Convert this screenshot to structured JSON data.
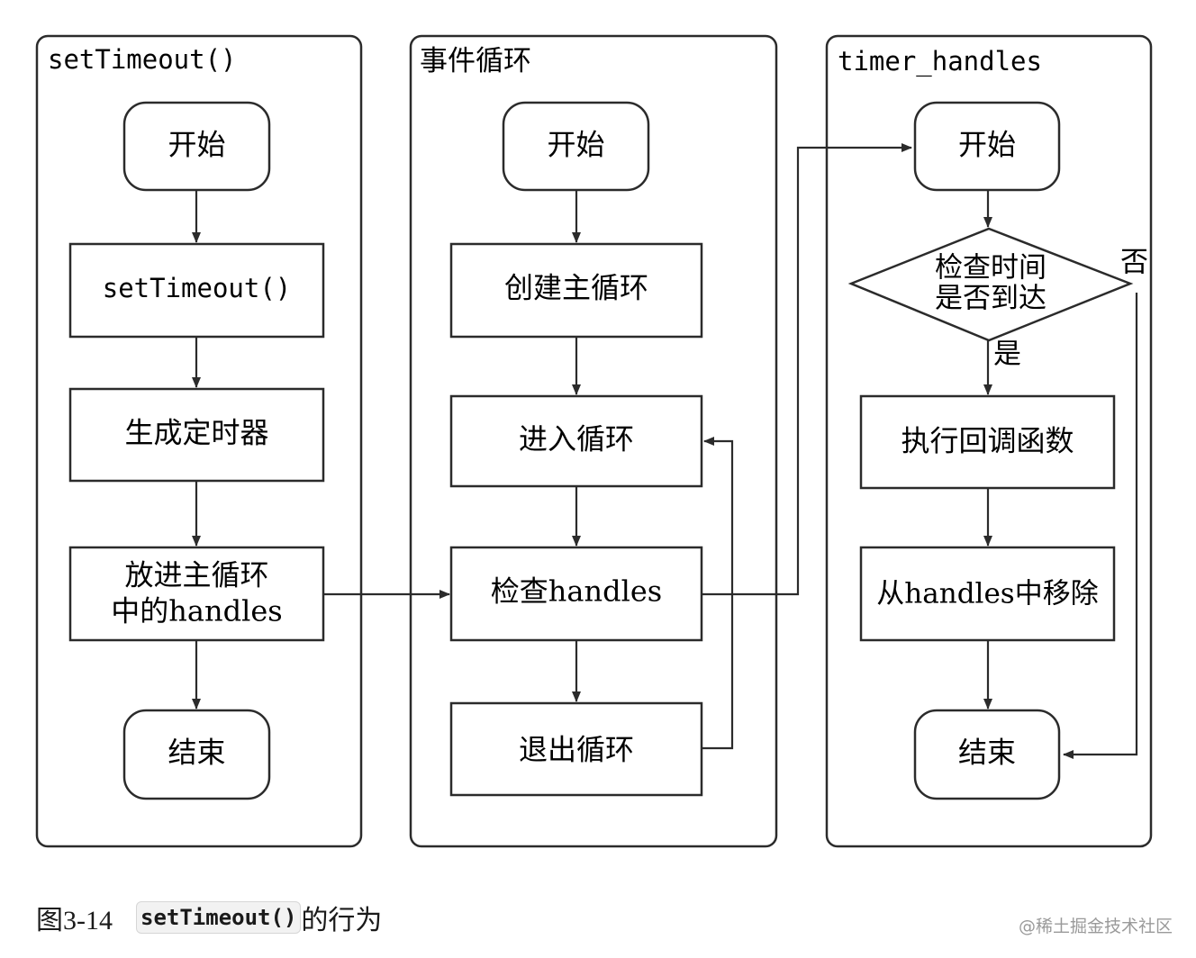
{
  "lanes": {
    "set_timeout": {
      "title": "setTimeout()",
      "start": "开始",
      "call": "setTimeout()",
      "create_timer": "生成定时器",
      "put_handles_line1": "放进主循环",
      "put_handles_line2": "中的handles",
      "end": "结束"
    },
    "event_loop": {
      "title": "事件循环",
      "start": "开始",
      "create_loop": "创建主循环",
      "enter_loop": "进入循环",
      "check_handles": "检查handles",
      "exit_loop": "退出循环"
    },
    "timer_handles": {
      "title": "timer_handles",
      "start": "开始",
      "decision_line1": "检查时间",
      "decision_line2": "是否到达",
      "yes_label": "是",
      "no_label": "否",
      "run_callback": "执行回调函数",
      "remove_handle": "从handles中移除",
      "end": "结束"
    }
  },
  "caption": {
    "figure_number": "图3-14",
    "code": "setTimeout()",
    "text": "的行为"
  },
  "watermark": "@稀土掘金技术社区"
}
